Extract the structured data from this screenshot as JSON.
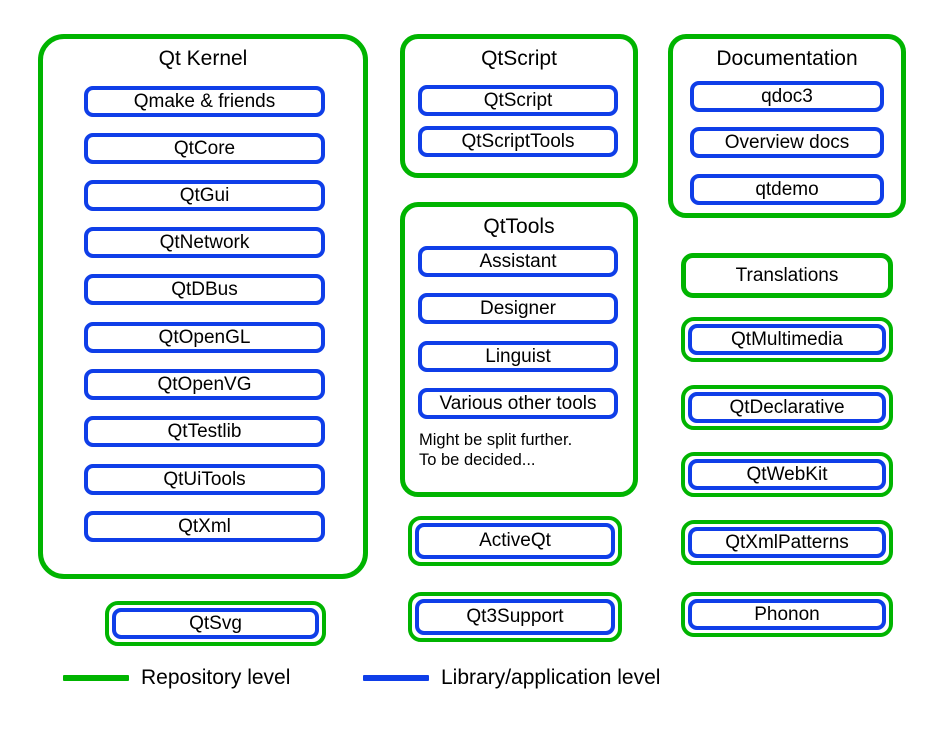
{
  "colors": {
    "repository": "#00b400",
    "library": "#0f3ee8",
    "background": "#ffffff",
    "text": "#000000"
  },
  "columns": {
    "left": {
      "kernel_group": {
        "title": "Qt Kernel",
        "items": [
          "Qmake & friends",
          "QtCore",
          "QtGui",
          "QtNetwork",
          "QtDBus",
          "QtOpenGL",
          "QtOpenVG",
          "QtTestlib",
          "QtUiTools",
          "QtXml"
        ]
      },
      "standalone": [
        {
          "label": "QtSvg",
          "kind": "combo"
        }
      ]
    },
    "middle": {
      "script_group": {
        "title": "QtScript",
        "items": [
          "QtScript",
          "QtScriptTools"
        ]
      },
      "tools_group": {
        "title": "QtTools",
        "items": [
          "Assistant",
          "Designer",
          "Linguist",
          "Various other tools"
        ],
        "note": "Might be split further.\nTo be decided..."
      },
      "standalone": [
        {
          "label": "ActiveQt",
          "kind": "combo"
        },
        {
          "label": "Qt3Support",
          "kind": "combo"
        }
      ]
    },
    "right": {
      "documentation_group": {
        "title": "Documentation",
        "items": [
          "qdoc3",
          "Overview docs",
          "qtdemo"
        ]
      },
      "standalone": [
        {
          "label": "Translations",
          "kind": "repo"
        },
        {
          "label": "QtMultimedia",
          "kind": "combo"
        },
        {
          "label": "QtDeclarative",
          "kind": "combo"
        },
        {
          "label": "QtWebKit",
          "kind": "combo"
        },
        {
          "label": "QtXmlPatterns",
          "kind": "combo"
        },
        {
          "label": "Phonon",
          "kind": "combo"
        }
      ]
    }
  },
  "legend": {
    "entries": [
      {
        "label": "Repository level",
        "color": "#00b400"
      },
      {
        "label": "Library/application level",
        "color": "#0f3ee8"
      }
    ]
  }
}
